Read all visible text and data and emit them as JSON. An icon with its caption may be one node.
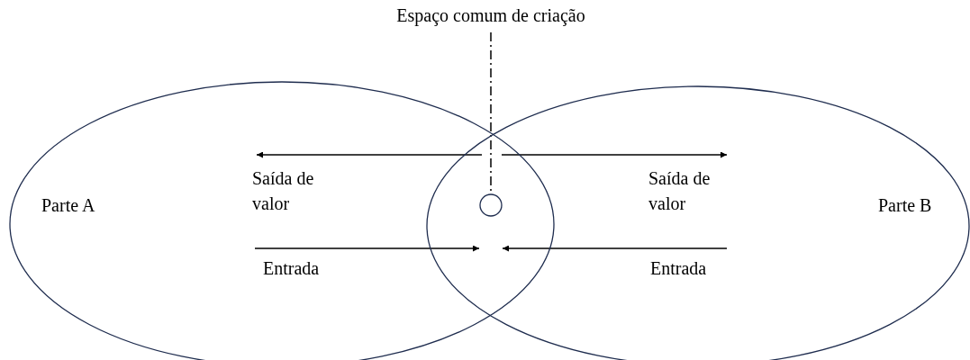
{
  "diagram": {
    "nodes": [
      {
        "text": [
          "Parte A"
        ]
      },
      {
        "text": [
          "Parte B"
        ]
      },
      {
        "text": [],
        "shape": "circle"
      },
      {
        "text": [
          "Espaço comum de criação"
        ]
      }
    ],
    "edges": [
      {
        "from": 3,
        "to": 2,
        "arrow": "none",
        "style": "dashed"
      },
      {
        "from": 1,
        "to": 0,
        "arrow": "to",
        "label": "Saída de valor"
      },
      {
        "from": 0,
        "to": 1,
        "arrow": "to",
        "label": "Saída de valor"
      },
      {
        "from": 0,
        "to": 1,
        "arrow": "to",
        "label": "Entrada"
      },
      {
        "from": 1,
        "to": 0,
        "arrow": "to",
        "label": "Entrada"
      }
    ]
  }
}
